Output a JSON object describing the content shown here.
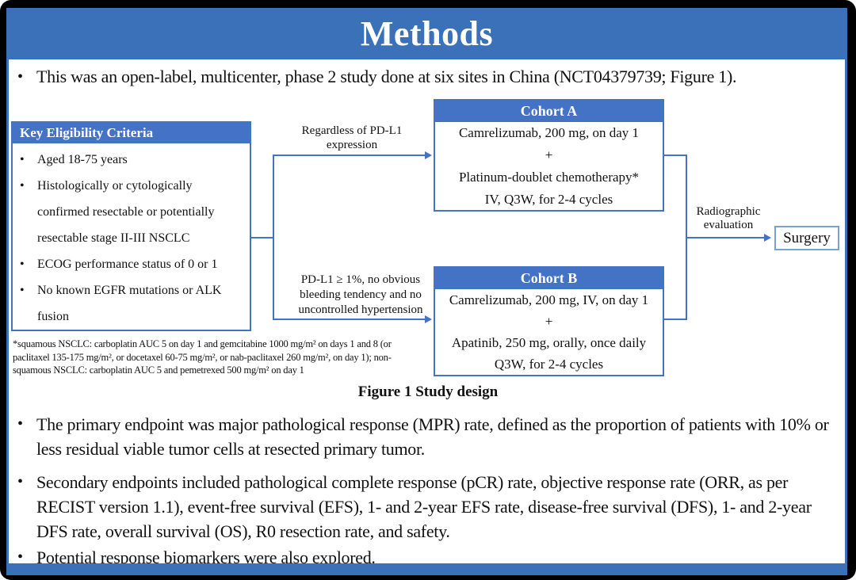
{
  "colors": {
    "banner": "#3b71b8",
    "diagram_blue": "#4472c4",
    "surgery_border": "#7ba0d6",
    "text": "#111111"
  },
  "glyphs": {
    "bullet": "•"
  },
  "title": "Methods",
  "intro_bullet": "This was an open-label, multicenter, phase 2 study done at six sites in China (NCT04379739; Figure 1).",
  "figure": {
    "caption": "Figure 1 Study design",
    "eligibility": {
      "header": "Key Eligibility Criteria",
      "items": [
        "Aged 18-75 years",
        "Histologically or cytologically confirmed resectable or potentially resectable stage II-III NSCLC",
        "ECOG performance status of 0 or 1",
        "No known EGFR mutations or ALK fusion"
      ]
    },
    "branch_top_label": "Regardless of PD-L1\nexpression",
    "branch_bottom_label": "PD-L1 ≥ 1%, no obvious\nbleeding tendency and no\nuncontrolled hypertension",
    "cohort_a": {
      "header": "Cohort A",
      "lines": [
        "Camrelizumab, 200 mg, on day 1",
        "+",
        "Platinum-doublet chemotherapy*",
        "IV, Q3W, for 2-4 cycles"
      ]
    },
    "cohort_b": {
      "header": "Cohort B",
      "lines": [
        "Camrelizumab, 200 mg, IV, on day 1",
        "+",
        "Apatinib, 250 mg, orally, once daily",
        "Q3W, for 2-4 cycles"
      ]
    },
    "evaluation_label": "Radiographic\nevaluation",
    "surgery_label": "Surgery",
    "footnote": "*squamous NSCLC: carboplatin AUC 5 on day 1 and gemcitabine 1000 mg/m² on days 1 and 8 (or\npaclitaxel 135-175 mg/m², or docetaxel 60-75 mg/m², or nab-paclitaxel 260 mg/m², on day 1); non-\nsquamous NSCLC: carboplatin AUC 5 and pemetrexed 500 mg/m² on day 1"
  },
  "bullets": [
    "The primary endpoint was major pathological response (MPR) rate, defined as the proportion of patients with 10% or less residual viable tumor cells at resected primary tumor.",
    "Secondary endpoints included pathological complete response (pCR) rate, objective response rate (ORR, as per RECIST version 1.1), event-free survival (EFS), 1- and 2-year EFS rate, disease-free survival (DFS), 1- and 2-year DFS rate, overall survival (OS), R0 resection rate, and safety.",
    "Potential response biomarkers were also explored."
  ]
}
